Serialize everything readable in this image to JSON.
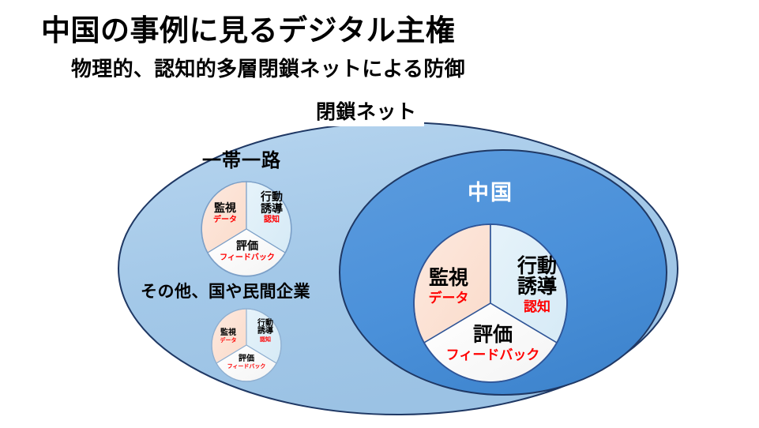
{
  "slide": {
    "title": "中国の事例に見るデジタル主権",
    "subtitle": "物理的、認知的多層閉鎖ネットによる防御"
  },
  "labels": {
    "closed_net": "閉鎖ネット",
    "belt_and_road": "一帯一路",
    "others": "その他、国や民間企業",
    "china": "中国"
  },
  "cycle": {
    "segments": [
      {
        "id": "surveillance",
        "main": "監視",
        "sub": "データ",
        "fill": "#FBE0D2"
      },
      {
        "id": "behavior-guidance",
        "main": "行動\n誘導",
        "sub": "認知",
        "fill": "#DEEFF8"
      },
      {
        "id": "evaluation",
        "main": "評価",
        "sub": "フィードバック",
        "fill": "#FCFCFC"
      }
    ]
  },
  "pies": {
    "china": {
      "surveillance_main": "監視",
      "surveillance_sub": "データ",
      "behavior_main_1": "行動",
      "behavior_main_2": "誘導",
      "behavior_sub": "認知",
      "evaluation_main": "評価",
      "evaluation_sub": "フィードバック"
    },
    "belt_road": {
      "surveillance_main": "監視",
      "surveillance_sub": "データ",
      "behavior_main_1": "行動",
      "behavior_main_2": "誘導",
      "behavior_sub": "認知",
      "evaluation_main": "評価",
      "evaluation_sub": "フィードバック"
    },
    "others": {
      "surveillance_main": "監視",
      "surveillance_sub": "データ",
      "behavior_main_1": "行動",
      "behavior_main_2": "誘導",
      "behavior_sub": "認知",
      "evaluation_main": "評価",
      "evaluation_sub": "フィードバック"
    }
  },
  "colors": {
    "outer_ellipse_fill": "#A3C8E8",
    "outer_ellipse_stroke": "#1F3864",
    "inner_ellipse_fill": "#4A90D9",
    "inner_ellipse_stroke": "#1F3864",
    "segment_surveillance": "#FBE0D2",
    "segment_behavior": "#DEEFF8",
    "segment_evaluation": "#FCFCFC",
    "pie_stroke": "#2F5597",
    "sub_label_red": "#FF0000",
    "china_label_white": "#FFFFFF",
    "background": "#FFFFFF"
  }
}
